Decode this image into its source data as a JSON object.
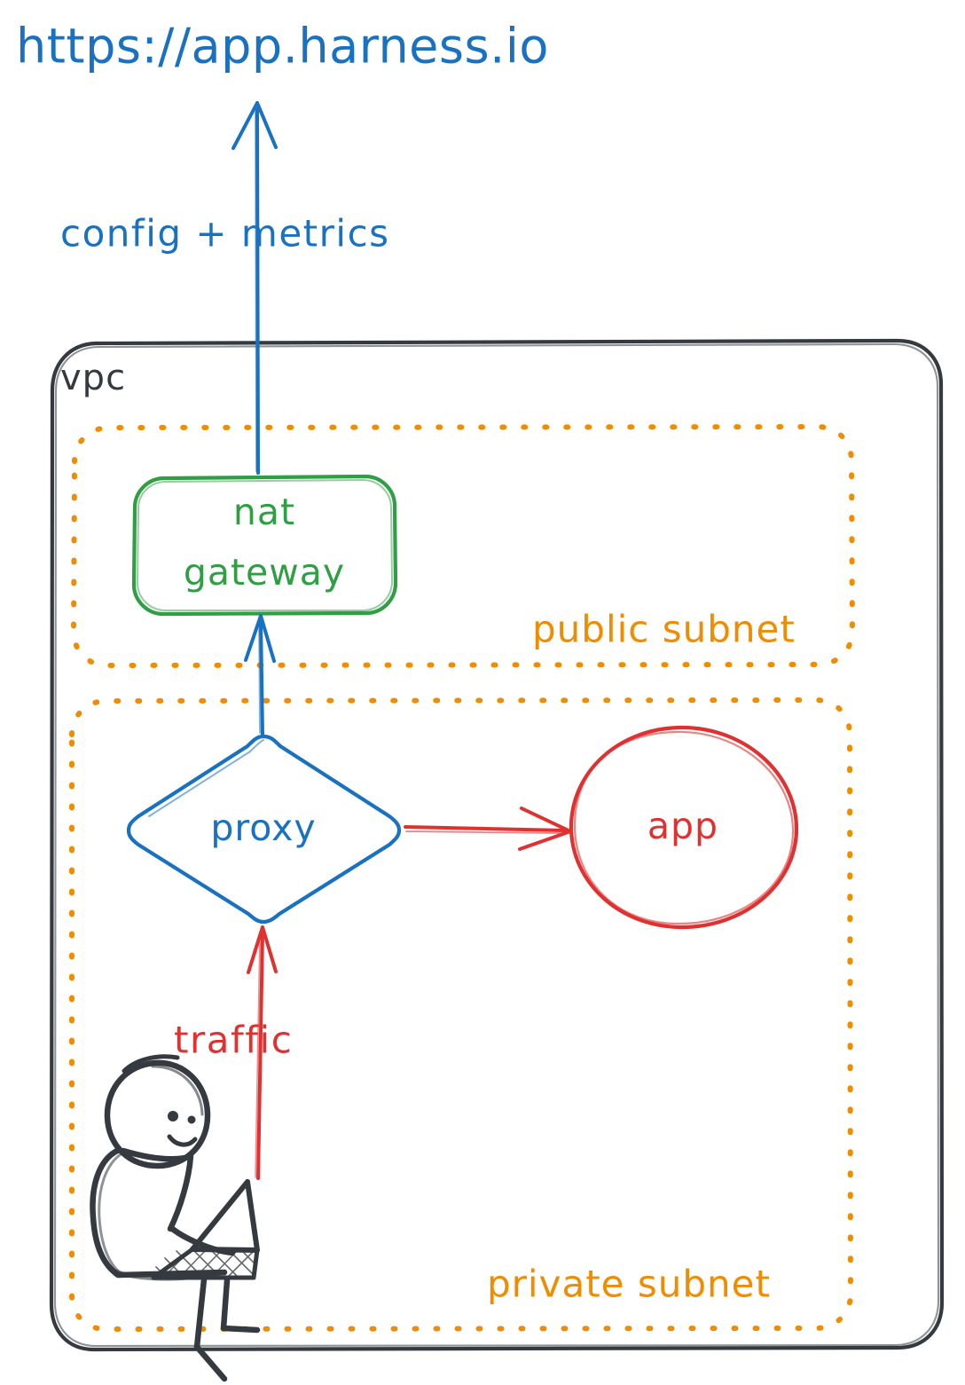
{
  "diagram": {
    "title": "https://app.harness.io",
    "colors": {
      "blue": "#1971C2",
      "green": "#2F9E44",
      "red": "#E03131",
      "orange": "#F08C00",
      "black": "#343A40"
    },
    "external_endpoint": {
      "label": "https://app.harness.io"
    },
    "edges": [
      {
        "name": "nat-to-internet",
        "label": "config + metrics",
        "color": "#1971C2",
        "from": "nat gateway",
        "to": "https://app.harness.io"
      },
      {
        "name": "proxy-to-nat",
        "label": "",
        "color": "#1971C2",
        "from": "proxy",
        "to": "nat gateway"
      },
      {
        "name": "proxy-to-app",
        "label": "",
        "color": "#E03131",
        "from": "proxy",
        "to": "app"
      },
      {
        "name": "user-to-proxy",
        "label": "traffic",
        "color": "#E03131",
        "from": "user",
        "to": "proxy"
      }
    ],
    "boundaries": {
      "vpc": {
        "label": "vpc",
        "color": "#343A40"
      },
      "public_subnet": {
        "label": "public subnet",
        "color": "#F08C00"
      },
      "private_subnet": {
        "label": "private subnet",
        "color": "#F08C00"
      }
    },
    "nodes": [
      {
        "name": "nat-gateway",
        "label_line1": "nat",
        "label_line2": "gateway",
        "shape": "rounded-rect",
        "color": "#2F9E44",
        "subnet": "public subnet"
      },
      {
        "name": "proxy",
        "label": "proxy",
        "shape": "diamond",
        "color": "#1971C2",
        "subnet": "private subnet"
      },
      {
        "name": "app",
        "label": "app",
        "shape": "ellipse",
        "color": "#E03131",
        "subnet": "private subnet"
      },
      {
        "name": "user",
        "label": "",
        "shape": "person-with-laptop",
        "color": "#343A40",
        "subnet": "private subnet"
      }
    ],
    "labels": {
      "config_metrics": "config + metrics",
      "traffic": "traffic",
      "vpc": "vpc",
      "public_subnet": "public subnet",
      "private_subnet": "private subnet",
      "nat_line1": "nat",
      "nat_line2": "gateway",
      "proxy": "proxy",
      "app": "app"
    }
  }
}
